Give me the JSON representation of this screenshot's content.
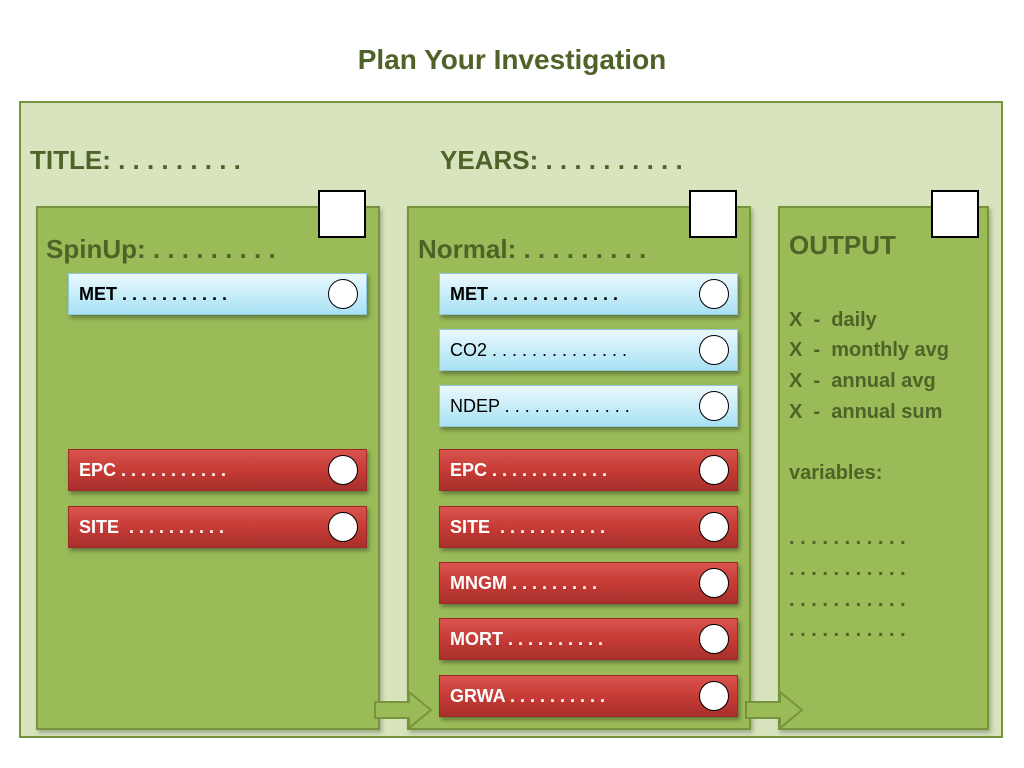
{
  "title": "Plan Your Investigation",
  "header": {
    "title_label": "TITLE: . . . . . . . . .",
    "years_label": "YEARS: . . . . . . . . . ."
  },
  "spinup": {
    "label": "SpinUp: . . . . . . . . .",
    "items": [
      {
        "text": "MET . . . . . . . . . . .",
        "kind": "blue"
      },
      {
        "text": "EPC . . . . . . . . . . .",
        "kind": "red"
      },
      {
        "text": "SITE  . . . . . . . . . .",
        "kind": "red"
      }
    ]
  },
  "normal": {
    "label": "Normal: . . . . . . . . .",
    "items": [
      {
        "text": "MET . . . . . . . . . . . . .",
        "kind": "blue"
      },
      {
        "text": "CO2 . . . . . . . . . . . . . .",
        "kind": "blue"
      },
      {
        "text": "NDEP . . . . . . . . . . . . .",
        "kind": "blue"
      },
      {
        "text": "EPC . . . . . . . . . . . .",
        "kind": "red"
      },
      {
        "text": "SITE  . . . . . . . . . . .",
        "kind": "red"
      },
      {
        "text": "MNGM . . . . . . . . .",
        "kind": "red"
      },
      {
        "text": "MORT . . . . . . . . . .",
        "kind": "red"
      },
      {
        "text": "GRWA . . . . . . . . . .",
        "kind": "red"
      }
    ]
  },
  "output": {
    "label": "OUTPUT",
    "options": [
      "X  -  daily",
      "X  -  monthly avg",
      "X  -  annual avg",
      "X  -  annual sum"
    ],
    "variables_label": "variables:",
    "variable_lines": [
      ". . . . . . . . . . .",
      ". . . . . . . . . . .",
      ". . . . . . . . . . .",
      ". . . . . . . . . . ."
    ]
  },
  "colors": {
    "title_text": "#4f6228",
    "outer_bg": "#d7e4bd",
    "panel_bg": "#9bbb59",
    "border": "#77933c",
    "blue_box": "#c5ecf8",
    "red_box": "#c43a35"
  }
}
